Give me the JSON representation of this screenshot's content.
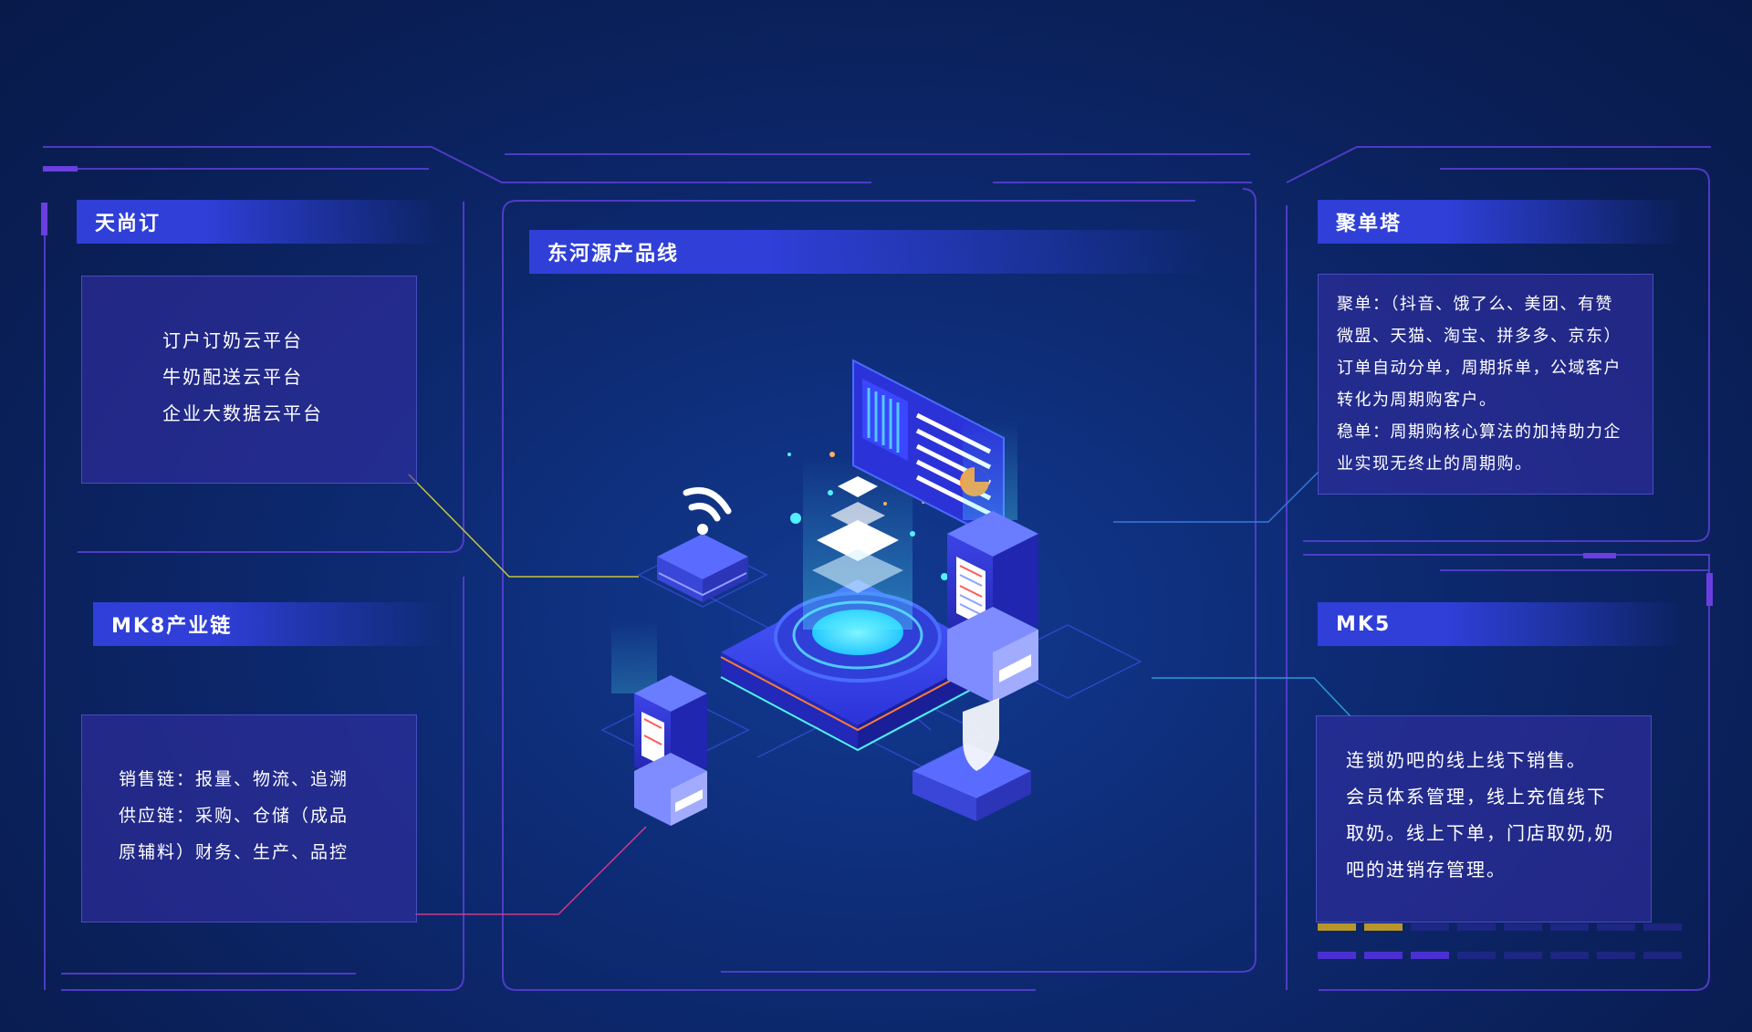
{
  "panels": {
    "tianshangding": {
      "title": "天尚订",
      "lines": [
        "订户订奶云平台",
        "牛奶配送云平台",
        "企业大数据云平台"
      ]
    },
    "mk8": {
      "title": "MK8产业链",
      "lines": [
        "销售链：报量、物流、追溯",
        "供应链：采购、仓储（成品",
        "原辅料）财务、生产、品控"
      ]
    },
    "center": {
      "title": "东河源产品线"
    },
    "judantai": {
      "title": "聚单塔",
      "lines": [
        "聚单：（抖音、饿了么、美团、有赞",
        "微盟、天猫、淘宝、拼多多、京东）",
        "订单自动分单，周期拆单，公域客户",
        "转化为周期购客户。",
        "稳单：周期购核心算法的加持助力企",
        "业实现无终止的周期购。"
      ]
    },
    "mk5": {
      "title": "MK5",
      "lines": [
        "连锁奶吧的线上线下销售。",
        "会员体系管理，线上充值线下",
        "取奶。线上下单，门店取奶,奶",
        "吧的进销存管理。"
      ]
    }
  },
  "colors": {
    "background": "#0a1f57",
    "frame_line": "#5b3fd6",
    "title_bar": "#2f3fd8",
    "box_fill": "#3630aa",
    "accent_gold": "#b8962a",
    "accent_purple": "#4a30d0"
  }
}
